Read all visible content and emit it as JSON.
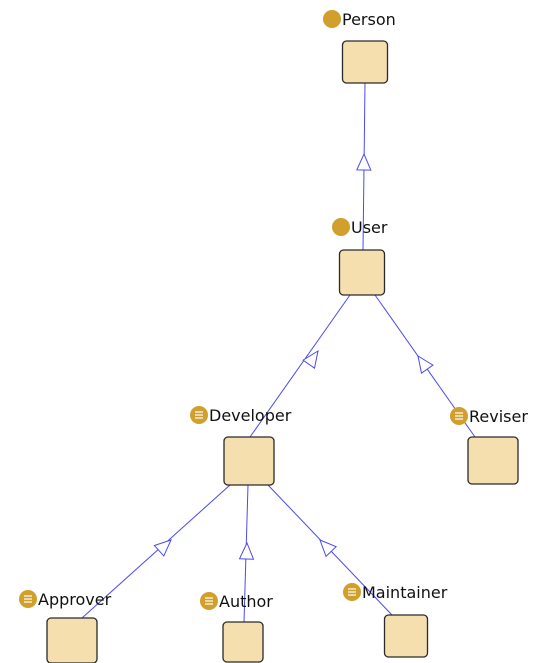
{
  "diagram": {
    "type": "class-hierarchy",
    "colors": {
      "node_fill": "#f6dfae",
      "node_stroke": "#2a2a2a",
      "edge": "#4a4af0",
      "icon": "#d19f2b"
    },
    "nodes": [
      {
        "id": "person",
        "label": "Person",
        "icon": "class-icon"
      },
      {
        "id": "user",
        "label": "User",
        "icon": "class-icon"
      },
      {
        "id": "developer",
        "label": "Developer",
        "icon": "defined-class-icon"
      },
      {
        "id": "reviser",
        "label": "Reviser",
        "icon": "defined-class-icon"
      },
      {
        "id": "approver",
        "label": "Approver",
        "icon": "defined-class-icon"
      },
      {
        "id": "author",
        "label": "Author",
        "icon": "defined-class-icon"
      },
      {
        "id": "maintainer",
        "label": "Maintainer",
        "icon": "defined-class-icon"
      }
    ],
    "edges": [
      {
        "from": "user",
        "to": "person"
      },
      {
        "from": "developer",
        "to": "user"
      },
      {
        "from": "reviser",
        "to": "user"
      },
      {
        "from": "approver",
        "to": "developer"
      },
      {
        "from": "author",
        "to": "developer"
      },
      {
        "from": "maintainer",
        "to": "developer"
      }
    ]
  }
}
